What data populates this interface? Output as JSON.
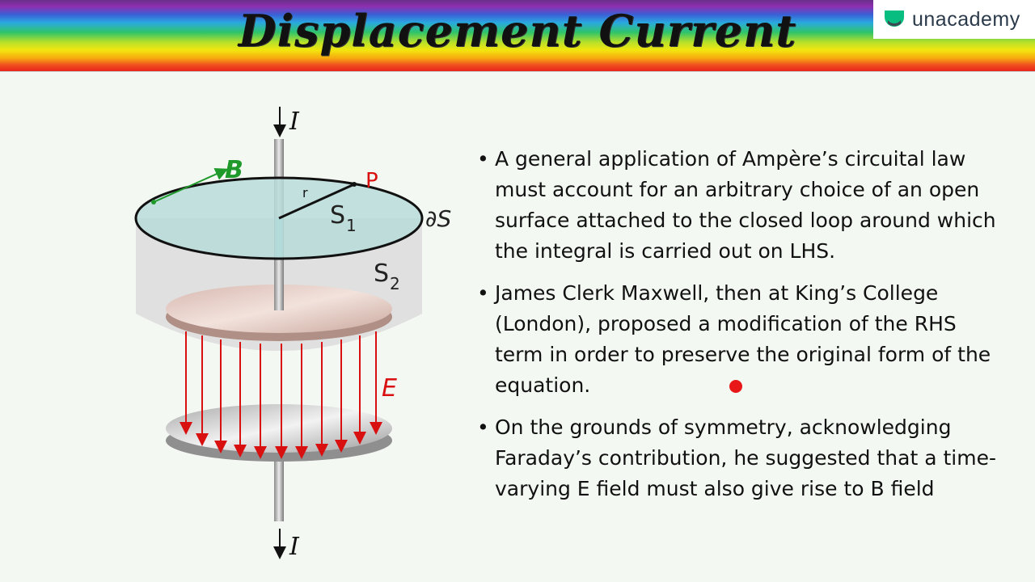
{
  "header": {
    "title": "Displacement Current",
    "logo_text": "unacademy"
  },
  "diagram": {
    "current_top_label": "I",
    "current_bottom_label": "I",
    "b_label": "B",
    "p_label": "P",
    "r_label": "r",
    "s1_label": "S",
    "s1_sub": "1",
    "ds_label": "∂S",
    "s2_label": "S",
    "s2_sub": "2",
    "e_label": "E",
    "colors": {
      "b_field": "#1f9a2a",
      "p_point": "#d81010",
      "e_field": "#d81010"
    }
  },
  "bullets": [
    {
      "marker": "•",
      "text": "A general application of Ampère’s circuital law must account for an arbitrary choice of an open surface attached to the closed loop around which the integral is carried out on LHS."
    },
    {
      "marker": "•",
      "text": "James Clerk Maxwell, then at King’s College (London), proposed a modification of the RHS term in order to preserve the original form of the equation."
    },
    {
      "marker": "•",
      "text": "On the grounds of symmetry, acknowledging Faraday’s contribution, he suggested that a time-varying E field must also give rise to B field"
    }
  ],
  "pointer_color": "#e81818"
}
